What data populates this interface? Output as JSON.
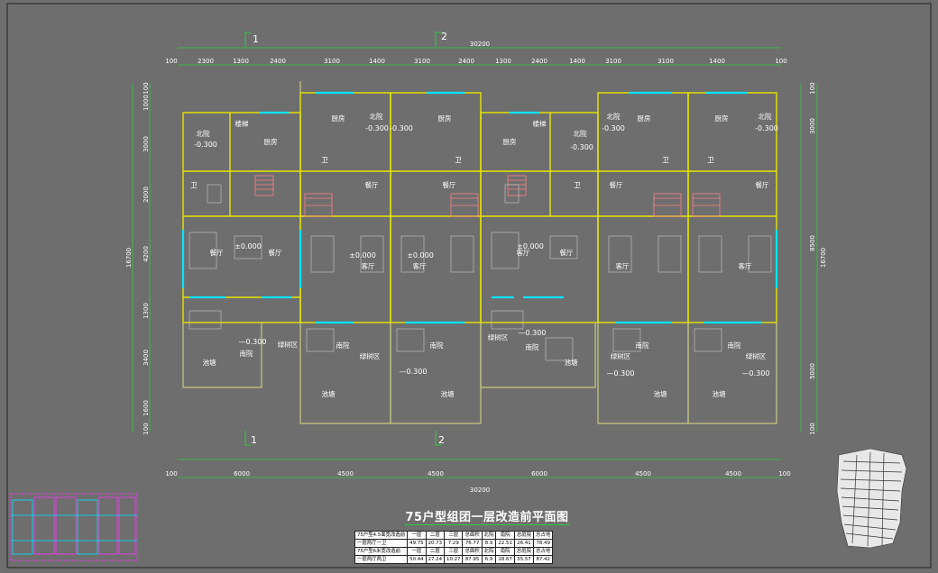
{
  "drawing": {
    "title": "75户型组团一层改造前平面图",
    "axis_labels": [
      "1",
      "2"
    ],
    "top_dims": [
      "100",
      "2300",
      "1300",
      "2400",
      "3100",
      "1400",
      "3100",
      "2400",
      "1300",
      "2400",
      "1400",
      "3100",
      "3100",
      "1400",
      "100"
    ],
    "top_total": "30200",
    "bottom_dims": [
      "100",
      "6000",
      "4500",
      "4500",
      "6000",
      "4500",
      "4500",
      "100"
    ],
    "bottom_total": "30200",
    "left_dims": [
      "100",
      "1000",
      "3000",
      "2000",
      "4200",
      "1300",
      "3400",
      "1600",
      "100"
    ],
    "left_total": "16700",
    "right_dims": [
      "100",
      "3000",
      "8500",
      "5000",
      "100"
    ],
    "right_total": "16700",
    "rooms": {
      "north_yard": "北院",
      "stair": "楼梯",
      "kitchen": "厨房",
      "toilet": "卫",
      "dining": "餐厅",
      "living": "客厅",
      "south_yard": "南院",
      "green_area": "绿树区",
      "pool": "池塘"
    },
    "elevations": {
      "ground": "±0.000",
      "yard": "-0.300",
      "yard_dash": "—0.300"
    }
  },
  "summary_table": {
    "rows": [
      [
        "75户型4.5面宽改造前",
        "一层",
        "二层",
        "三层",
        "总面积",
        "北院",
        "南院",
        "总庭院",
        "总占地"
      ],
      [
        "一层两厅一卫",
        "49.75",
        "20.73",
        "7.29",
        "76.77",
        "8.9",
        "22.51",
        "26.41",
        "78.49"
      ],
      [
        "75户型6米宽改造前",
        "一层",
        "二层",
        "三层",
        "总面积",
        "北院",
        "南院",
        "总庭院",
        "总占地"
      ],
      [
        "一层两厅两卫",
        "50.44",
        "27.24",
        "10.27",
        "87.95",
        "6.9",
        "28.67",
        "35.57",
        "87.42"
      ]
    ]
  },
  "colors": {
    "background": "#6e6e6e",
    "wall": "#e6e600",
    "dimension": "#2ecc40",
    "window": "#00e5ff",
    "furniture": "#d0d0d0",
    "stair": "#ff8080",
    "thumbnail": "#ff33ff"
  }
}
